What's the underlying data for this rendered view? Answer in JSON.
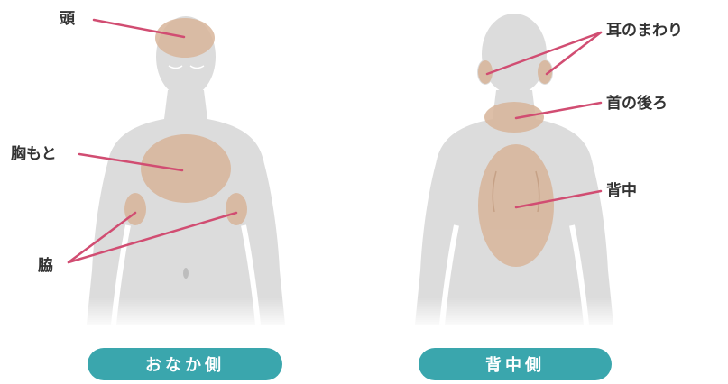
{
  "colors": {
    "body": "#dcdcdc",
    "zone": "#d8b59a",
    "leader": "#d14d72",
    "pill": "#3aa6ad",
    "label": "#333333"
  },
  "front": {
    "labels": {
      "head": "頭",
      "chest": "胸もと",
      "armpit": "脇"
    },
    "button": "おなか側"
  },
  "back": {
    "labels": {
      "ears": "耳のまわり",
      "neck": "首の後ろ",
      "back": "背中"
    },
    "button": "背中側"
  }
}
